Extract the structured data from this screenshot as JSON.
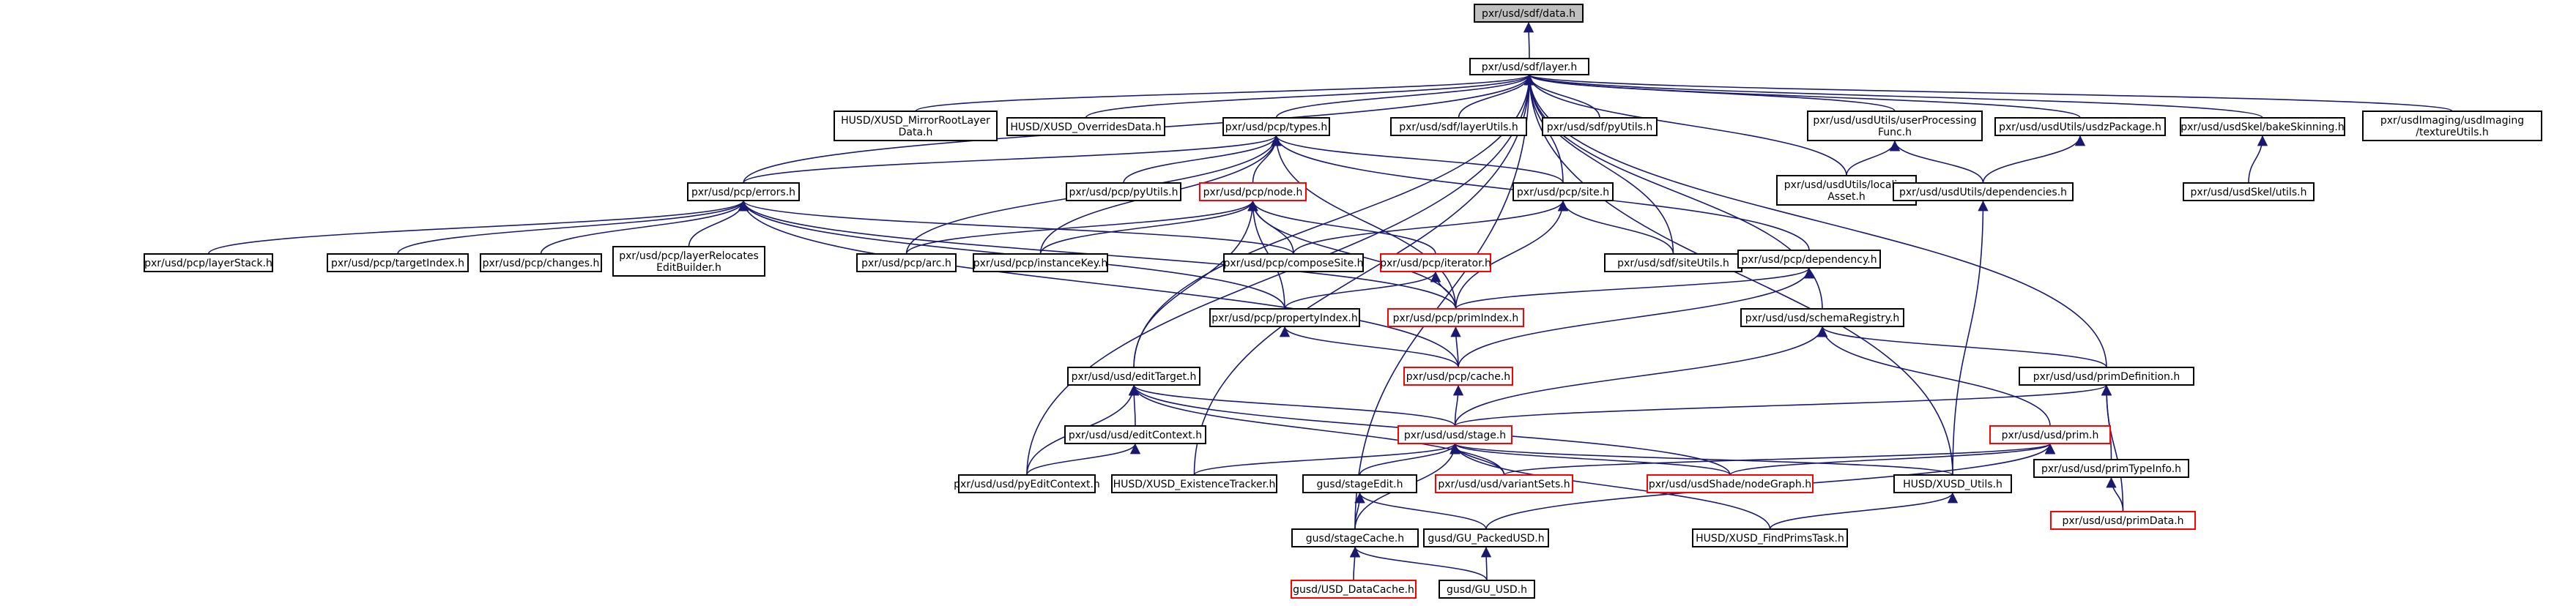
{
  "nodes": [
    {
      "id": "data",
      "lines": [
        "pxr/usd/sdf/data.h"
      ],
      "style": "grey"
    },
    {
      "id": "layer",
      "lines": [
        "pxr/usd/sdf/layer.h"
      ]
    },
    {
      "id": "husd_mirror",
      "lines": [
        "HUSD/XUSD_MirrorRootLayer",
        "Data.h"
      ]
    },
    {
      "id": "husd_overrides",
      "lines": [
        "HUSD/XUSD_OverridesData.h"
      ]
    },
    {
      "id": "pcp_types",
      "lines": [
        "pxr/usd/pcp/types.h"
      ]
    },
    {
      "id": "sdf_layerutils",
      "lines": [
        "pxr/usd/sdf/layerUtils.h"
      ]
    },
    {
      "id": "sdf_pyutils",
      "lines": [
        "pxr/usd/sdf/pyUtils.h"
      ]
    },
    {
      "id": "userproc",
      "lines": [
        "pxr/usd/usdUtils/userProcessing",
        "Func.h"
      ]
    },
    {
      "id": "usdz",
      "lines": [
        "pxr/usd/usdUtils/usdzPackage.h"
      ]
    },
    {
      "id": "bakeskin",
      "lines": [
        "pxr/usd/usdSkel/bakeSkinning.h"
      ]
    },
    {
      "id": "textureutils",
      "lines": [
        "pxr/usdImaging/usdImaging",
        "/textureUtils.h"
      ]
    },
    {
      "id": "pcp_errors",
      "lines": [
        "pxr/usd/pcp/errors.h"
      ]
    },
    {
      "id": "pcp_pyutils",
      "lines": [
        "pxr/usd/pcp/pyUtils.h"
      ]
    },
    {
      "id": "pcp_node",
      "lines": [
        "pxr/usd/pcp/node.h"
      ],
      "style": "red"
    },
    {
      "id": "pcp_site",
      "lines": [
        "pxr/usd/pcp/site.h"
      ]
    },
    {
      "id": "localize",
      "lines": [
        "pxr/usd/usdUtils/localize",
        "Asset.h"
      ]
    },
    {
      "id": "deps",
      "lines": [
        "pxr/usd/usdUtils/dependencies.h"
      ]
    },
    {
      "id": "skel_utils",
      "lines": [
        "pxr/usd/usdSkel/utils.h"
      ]
    },
    {
      "id": "layerstack",
      "lines": [
        "pxr/usd/pcp/layerStack.h"
      ]
    },
    {
      "id": "targetindex",
      "lines": [
        "pxr/usd/pcp/targetIndex.h"
      ]
    },
    {
      "id": "changes",
      "lines": [
        "pxr/usd/pcp/changes.h"
      ]
    },
    {
      "id": "relocates",
      "lines": [
        "pxr/usd/pcp/layerRelocates",
        "EditBuilder.h"
      ]
    },
    {
      "id": "arc",
      "lines": [
        "pxr/usd/pcp/arc.h"
      ]
    },
    {
      "id": "instancekey",
      "lines": [
        "pxr/usd/pcp/instanceKey.h"
      ]
    },
    {
      "id": "composesite",
      "lines": [
        "pxr/usd/pcp/composeSite.h"
      ]
    },
    {
      "id": "iterator",
      "lines": [
        "pxr/usd/pcp/iterator.h"
      ],
      "style": "red"
    },
    {
      "id": "siteutils",
      "lines": [
        "pxr/usd/sdf/siteUtils.h"
      ]
    },
    {
      "id": "dependency",
      "lines": [
        "pxr/usd/pcp/dependency.h"
      ]
    },
    {
      "id": "propertyindex",
      "lines": [
        "pxr/usd/pcp/propertyIndex.h"
      ]
    },
    {
      "id": "primindex",
      "lines": [
        "pxr/usd/pcp/primIndex.h"
      ],
      "style": "red"
    },
    {
      "id": "schemareg",
      "lines": [
        "pxr/usd/usd/schemaRegistry.h"
      ]
    },
    {
      "id": "edittarget",
      "lines": [
        "pxr/usd/usd/editTarget.h"
      ]
    },
    {
      "id": "cache",
      "lines": [
        "pxr/usd/pcp/cache.h"
      ],
      "style": "red"
    },
    {
      "id": "primdef",
      "lines": [
        "pxr/usd/usd/primDefinition.h"
      ]
    },
    {
      "id": "editcontext",
      "lines": [
        "pxr/usd/usd/editContext.h"
      ]
    },
    {
      "id": "stage",
      "lines": [
        "pxr/usd/usd/stage.h"
      ],
      "style": "red"
    },
    {
      "id": "usd_prim",
      "lines": [
        "pxr/usd/usd/prim.h"
      ],
      "style": "red"
    },
    {
      "id": "primtypeinfo",
      "lines": [
        "pxr/usd/usd/primTypeInfo.h"
      ]
    },
    {
      "id": "pyeditcontext",
      "lines": [
        "pxr/usd/usd/pyEditContext.h"
      ]
    },
    {
      "id": "existence",
      "lines": [
        "HUSD/XUSD_ExistenceTracker.h"
      ]
    },
    {
      "id": "stageedit",
      "lines": [
        "gusd/stageEdit.h"
      ]
    },
    {
      "id": "variantsets",
      "lines": [
        "pxr/usd/usd/variantSets.h"
      ],
      "style": "red"
    },
    {
      "id": "nodegraph",
      "lines": [
        "pxr/usd/usdShade/nodeGraph.h"
      ],
      "style": "red"
    },
    {
      "id": "husd_utils",
      "lines": [
        "HUSD/XUSD_Utils.h"
      ]
    },
    {
      "id": "primdata",
      "lines": [
        "pxr/usd/usd/primData.h"
      ],
      "style": "red"
    },
    {
      "id": "stagecache",
      "lines": [
        "gusd/stageCache.h"
      ]
    },
    {
      "id": "packedusd",
      "lines": [
        "gusd/GU_PackedUSD.h"
      ]
    },
    {
      "id": "findprims",
      "lines": [
        "HUSD/XUSD_FindPrimsTask.h"
      ]
    },
    {
      "id": "datacache",
      "lines": [
        "gusd/USD_DataCache.h"
      ],
      "style": "red"
    },
    {
      "id": "gu_usd",
      "lines": [
        "gusd/GU_USD.h"
      ]
    }
  ],
  "edges": [
    [
      "layer",
      "data"
    ],
    [
      "husd_mirror",
      "layer"
    ],
    [
      "husd_overrides",
      "layer"
    ],
    [
      "pcp_types",
      "layer"
    ],
    [
      "sdf_layerutils",
      "layer"
    ],
    [
      "sdf_pyutils",
      "layer"
    ],
    [
      "userproc",
      "layer"
    ],
    [
      "usdz",
      "layer"
    ],
    [
      "bakeskin",
      "layer"
    ],
    [
      "textureutils",
      "layer"
    ],
    [
      "pcp_errors",
      "layer"
    ],
    [
      "pcp_site",
      "layer"
    ],
    [
      "localize",
      "layer"
    ],
    [
      "siteutils",
      "layer"
    ],
    [
      "edittarget",
      "layer"
    ],
    [
      "stagecache",
      "layer"
    ],
    [
      "pyeditcontext",
      "layer"
    ],
    [
      "existence",
      "layer"
    ],
    [
      "schemareg",
      "layer"
    ],
    [
      "primdef",
      "layer"
    ],
    [
      "husd_utils",
      "layer"
    ],
    [
      "pcp_errors",
      "pcp_types"
    ],
    [
      "pcp_pyutils",
      "pcp_types"
    ],
    [
      "pcp_node",
      "pcp_types"
    ],
    [
      "pcp_site",
      "pcp_types"
    ],
    [
      "arc",
      "pcp_types"
    ],
    [
      "instancekey",
      "pcp_types"
    ],
    [
      "dependency",
      "pcp_types"
    ],
    [
      "primindex",
      "pcp_types"
    ],
    [
      "localize",
      "userproc"
    ],
    [
      "deps",
      "userproc"
    ],
    [
      "deps",
      "usdz"
    ],
    [
      "skel_utils",
      "bakeskin"
    ],
    [
      "layerstack",
      "pcp_errors"
    ],
    [
      "targetindex",
      "pcp_errors"
    ],
    [
      "changes",
      "pcp_errors"
    ],
    [
      "relocates",
      "pcp_errors"
    ],
    [
      "composesite",
      "pcp_errors"
    ],
    [
      "primindex",
      "pcp_errors"
    ],
    [
      "propertyindex",
      "pcp_errors"
    ],
    [
      "cache",
      "pcp_errors"
    ],
    [
      "arc",
      "pcp_node"
    ],
    [
      "instancekey",
      "pcp_node"
    ],
    [
      "composesite",
      "pcp_node"
    ],
    [
      "iterator",
      "pcp_node"
    ],
    [
      "propertyindex",
      "pcp_node"
    ],
    [
      "primindex",
      "pcp_node"
    ],
    [
      "edittarget",
      "pcp_node"
    ],
    [
      "composesite",
      "pcp_site"
    ],
    [
      "siteutils",
      "pcp_site"
    ],
    [
      "primindex",
      "pcp_site"
    ],
    [
      "husd_utils",
      "deps"
    ],
    [
      "primindex",
      "iterator"
    ],
    [
      "propertyindex",
      "iterator"
    ],
    [
      "primindex",
      "dependency"
    ],
    [
      "cache",
      "dependency"
    ],
    [
      "cache",
      "propertyindex"
    ],
    [
      "cache",
      "primindex"
    ],
    [
      "stage",
      "schemareg"
    ],
    [
      "usd_prim",
      "schemareg"
    ],
    [
      "primdef",
      "schemareg"
    ],
    [
      "editcontext",
      "edittarget"
    ],
    [
      "pyeditcontext",
      "edittarget"
    ],
    [
      "stage",
      "edittarget"
    ],
    [
      "nodegraph",
      "edittarget"
    ],
    [
      "variantsets",
      "edittarget"
    ],
    [
      "stage",
      "cache"
    ],
    [
      "stage",
      "primdef"
    ],
    [
      "primtypeinfo",
      "primdef"
    ],
    [
      "primdata",
      "primdef"
    ],
    [
      "pyeditcontext",
      "editcontext"
    ],
    [
      "existence",
      "stage"
    ],
    [
      "stageedit",
      "stage"
    ],
    [
      "variantsets",
      "stage"
    ],
    [
      "nodegraph",
      "stage"
    ],
    [
      "husd_utils",
      "stage"
    ],
    [
      "stagecache",
      "stage"
    ],
    [
      "findprims",
      "stage"
    ],
    [
      "variantsets",
      "usd_prim"
    ],
    [
      "nodegraph",
      "usd_prim"
    ],
    [
      "packedusd",
      "usd_prim"
    ],
    [
      "primdata",
      "primtypeinfo"
    ],
    [
      "stagecache",
      "stageedit"
    ],
    [
      "packedusd",
      "stageedit"
    ],
    [
      "findprims",
      "husd_utils"
    ],
    [
      "datacache",
      "stagecache"
    ],
    [
      "gu_usd",
      "stagecache"
    ],
    [
      "gu_usd",
      "packedusd"
    ]
  ]
}
